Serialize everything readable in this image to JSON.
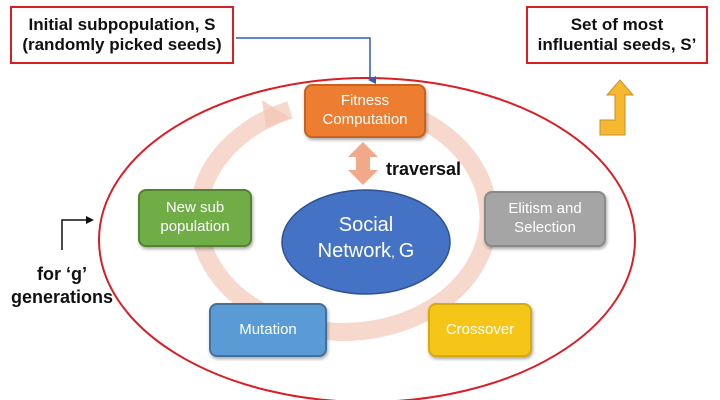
{
  "colors": {
    "ring_outline": "#d91f26",
    "cycle_arrow": "#f3c8b6",
    "fitness": "#ed7d31",
    "selection": "#a5a5a5",
    "crossover": "#f5c518",
    "mutation": "#5b9bd5",
    "new_subpop": "#70ad47",
    "network": "#4472c4",
    "traversal_arrow": "#f2a98a",
    "output_arrow": "#f5b82e",
    "callout_border": "#d91f26"
  },
  "callouts": {
    "input": "Initial subpopulation, S\n(randomly picked seeds)",
    "output": "Set of most\ninfluential seeds, S’"
  },
  "steps": {
    "fitness": "Fitness\nComputation",
    "selection": "Elitism and\nSelection",
    "crossover": "Crossover",
    "mutation": "Mutation",
    "new_subpop": "New sub\npopulation"
  },
  "network": {
    "line1": "Social",
    "line2": "Network",
    "symbol": "G"
  },
  "traversal_label": "traversal",
  "loop_label": "for ‘g’\ngenerations"
}
